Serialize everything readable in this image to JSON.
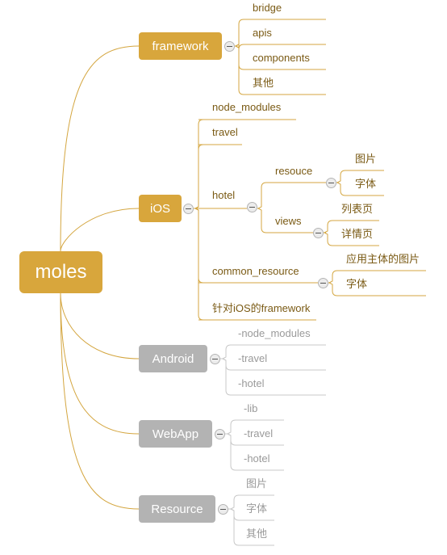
{
  "root": {
    "label": "moles"
  },
  "branches": [
    {
      "id": "framework",
      "label": "framework",
      "style": "gold",
      "children": [
        {
          "label": "bridge"
        },
        {
          "label": "apis"
        },
        {
          "label": "components"
        },
        {
          "label": "其他"
        }
      ]
    },
    {
      "id": "ios",
      "label": "iOS",
      "style": "gold",
      "children": [
        {
          "label": "node_modules"
        },
        {
          "label": "travel"
        },
        {
          "label": "hotel",
          "children": [
            {
              "label": "resouce",
              "children": [
                {
                  "label": "图片"
                },
                {
                  "label": "字体"
                }
              ]
            },
            {
              "label": "views",
              "children": [
                {
                  "label": "列表页"
                },
                {
                  "label": "详情页"
                }
              ]
            }
          ]
        },
        {
          "label": "common_resource",
          "children": [
            {
              "label": "应用主体的图片"
            },
            {
              "label": "字体"
            }
          ]
        },
        {
          "label": "针对iOS的framework"
        }
      ]
    },
    {
      "id": "android",
      "label": "Android",
      "style": "gray",
      "children": [
        {
          "label": "-node_modules"
        },
        {
          "label": "-travel"
        },
        {
          "label": "-hotel"
        }
      ]
    },
    {
      "id": "webapp",
      "label": "WebApp",
      "style": "gray",
      "children": [
        {
          "label": "-lib"
        },
        {
          "label": "-travel"
        },
        {
          "label": "-hotel"
        }
      ]
    },
    {
      "id": "resource",
      "label": "Resource",
      "style": "gray",
      "children": [
        {
          "label": "图片"
        },
        {
          "label": "字体"
        },
        {
          "label": "其他"
        }
      ]
    }
  ],
  "colors": {
    "gold_node": "#d8a63c",
    "gray_node": "#b3b3b3",
    "gold_line": "#d4a640",
    "gray_line": "#c8c8c8",
    "gold_text": "#7a5a14",
    "gray_text": "#9a9a9a"
  },
  "icons": {
    "collapse": "minus-collapse-icon"
  }
}
